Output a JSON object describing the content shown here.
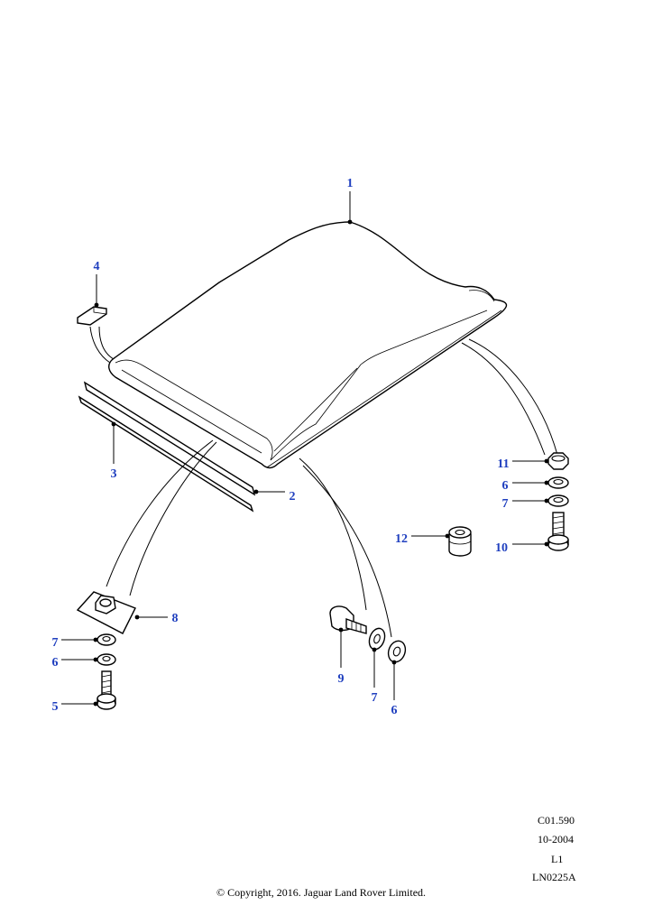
{
  "colors": {
    "callout": "#1f3fbf",
    "line": "#000000",
    "background": "#ffffff"
  },
  "callouts": [
    {
      "id": "c1",
      "label": "1"
    },
    {
      "id": "c2",
      "label": "2"
    },
    {
      "id": "c3",
      "label": "3"
    },
    {
      "id": "c4",
      "label": "4"
    },
    {
      "id": "c5",
      "label": "5"
    },
    {
      "id": "c6a",
      "label": "6"
    },
    {
      "id": "c6b",
      "label": "6"
    },
    {
      "id": "c6c",
      "label": "6"
    },
    {
      "id": "c7a",
      "label": "7"
    },
    {
      "id": "c7b",
      "label": "7"
    },
    {
      "id": "c7c",
      "label": "7"
    },
    {
      "id": "c8",
      "label": "8"
    },
    {
      "id": "c9",
      "label": "9"
    },
    {
      "id": "c10",
      "label": "10"
    },
    {
      "id": "c11",
      "label": "11"
    },
    {
      "id": "c12",
      "label": "12"
    }
  ],
  "reference": {
    "code": "C01.590",
    "date": "10-2004",
    "level": "L1",
    "illustration_id": "LN0225A"
  },
  "copyright": "© Copyright, 2016. Jaguar Land Rover Limited."
}
